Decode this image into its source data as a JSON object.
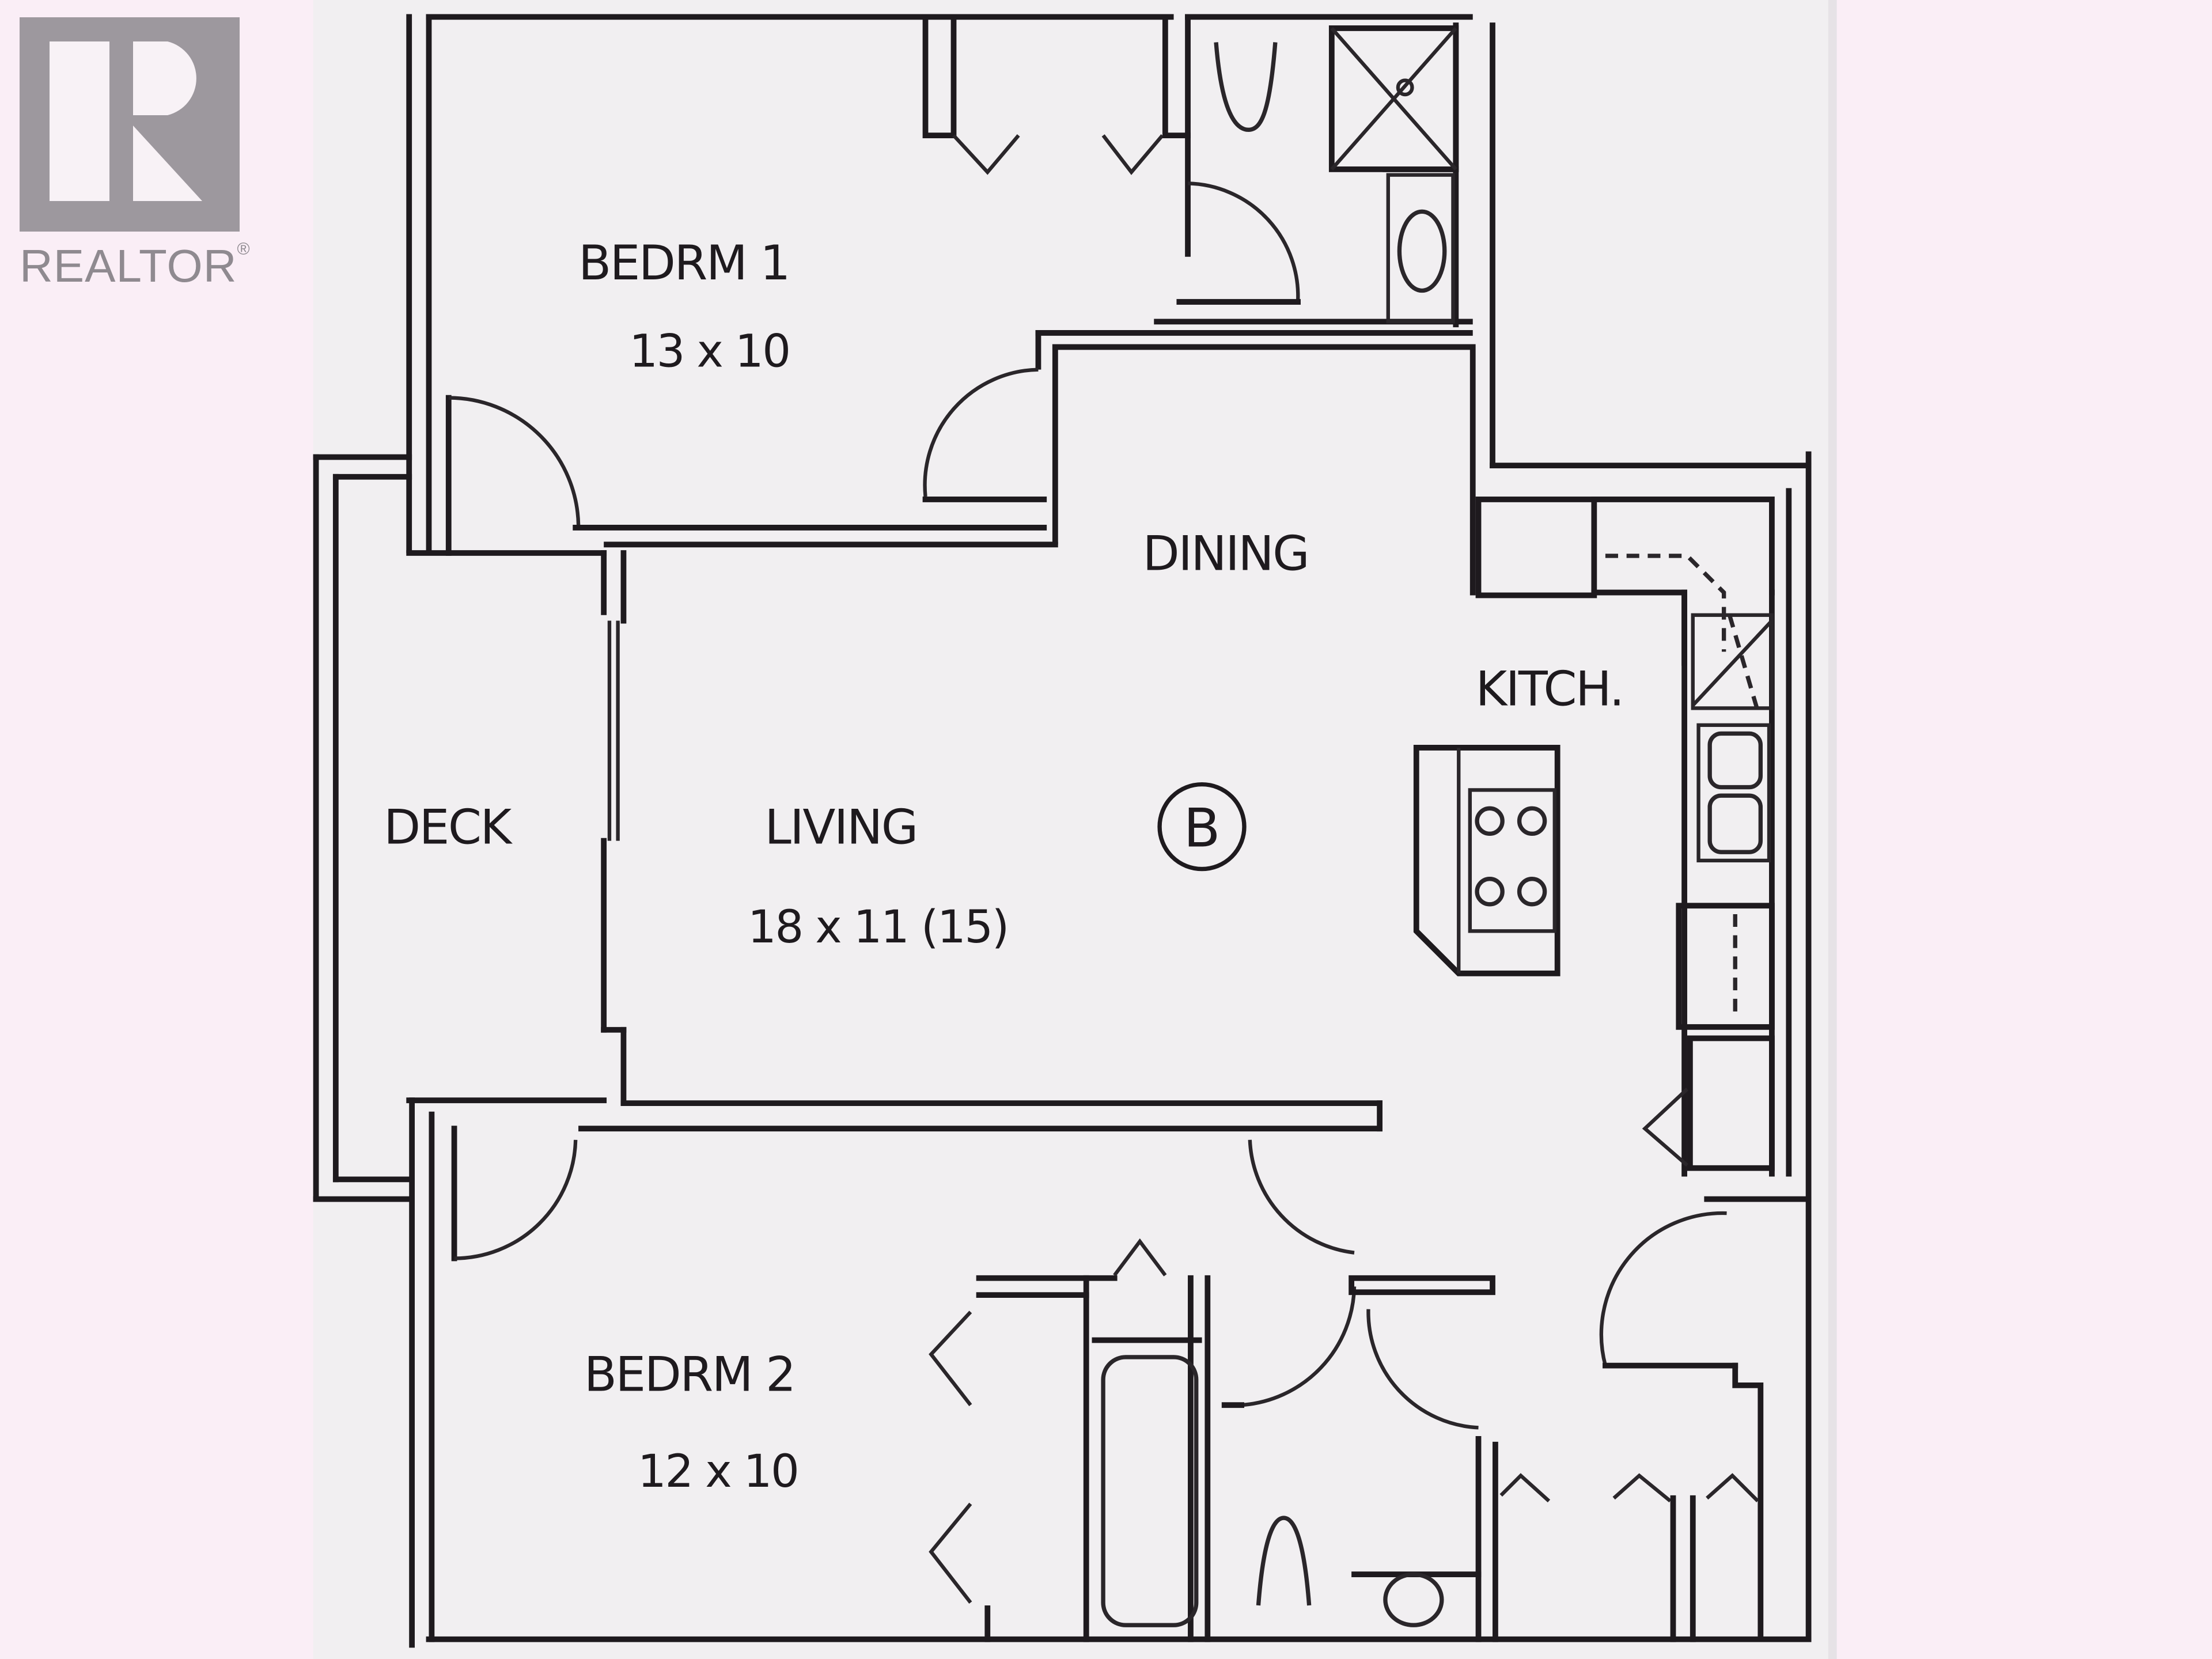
{
  "watermark": {
    "brand": "REALTOR",
    "registered_mark": "®",
    "icon": "realtor-r-logo-icon",
    "color": "#9d989e"
  },
  "floor_plan": {
    "unit_marker": "B",
    "rooms": [
      {
        "id": "bedroom1",
        "label": "BEDRM 1",
        "dimensions": "13 x 10"
      },
      {
        "id": "dining",
        "label": "DINING",
        "dimensions": ""
      },
      {
        "id": "kitchen",
        "label": "KITCH.",
        "dimensions": ""
      },
      {
        "id": "deck",
        "label": "DECK",
        "dimensions": ""
      },
      {
        "id": "living",
        "label": "LIVING",
        "dimensions": "18 x 11 (15)"
      },
      {
        "id": "bedroom2",
        "label": "BEDRM 2",
        "dimensions": "12 x 10"
      }
    ],
    "colors": {
      "background": "#faeef6",
      "paper": "#f1eff1",
      "line": "#1e1a1e"
    }
  }
}
